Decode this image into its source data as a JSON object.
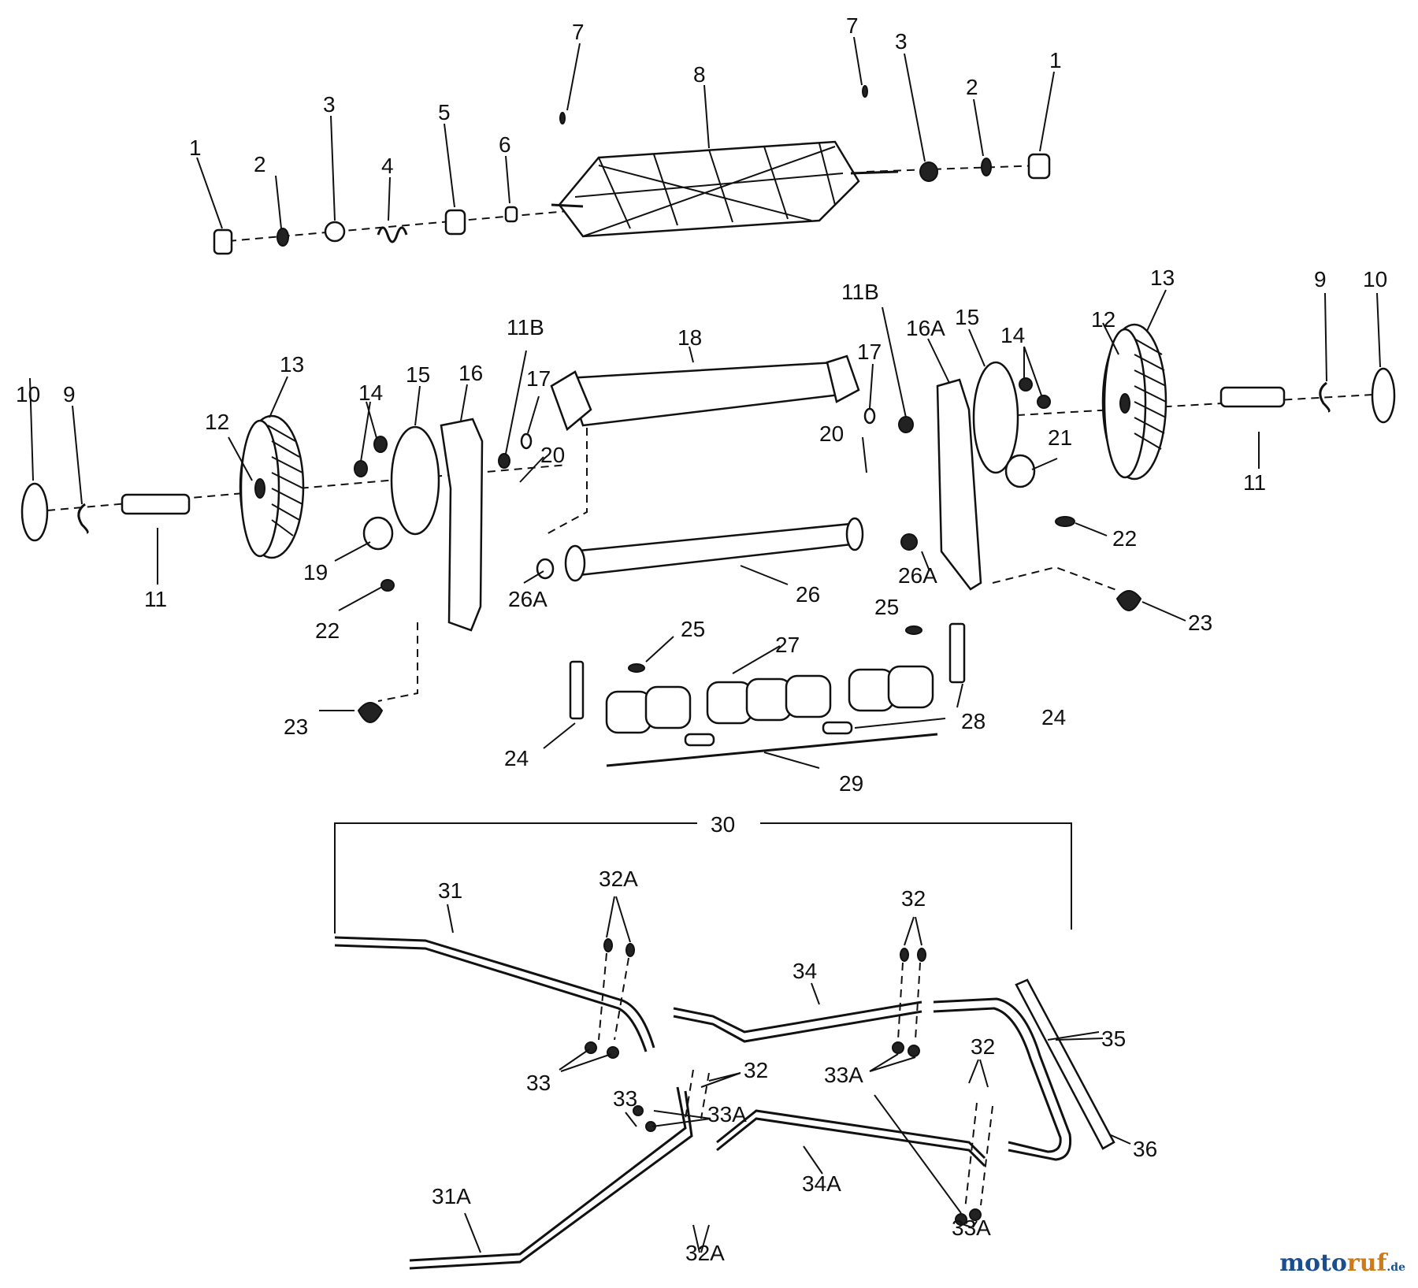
{
  "diagram": {
    "labels": {
      "reel": [
        "1",
        "2",
        "3",
        "4",
        "5",
        "6",
        "7",
        "8",
        "7",
        "3",
        "2",
        "1"
      ],
      "left_wheel": [
        "10",
        "9",
        "11",
        "12",
        "13",
        "14",
        "15",
        "16",
        "11B",
        "17",
        "20",
        "19",
        "22",
        "23",
        "26A"
      ],
      "center": [
        "18",
        "26",
        "25",
        "27",
        "24",
        "25",
        "24",
        "28",
        "29"
      ],
      "right_wheel": [
        "11B",
        "17",
        "16A",
        "15",
        "14",
        "12",
        "13",
        "9",
        "10",
        "11",
        "20",
        "21",
        "22",
        "26A",
        "23"
      ],
      "handle": [
        "30",
        "31",
        "32A",
        "34",
        "32",
        "35",
        "33",
        "32",
        "33A",
        "32",
        "36",
        "33",
        "33A",
        "31A",
        "32A",
        "34A",
        "33A"
      ]
    }
  },
  "watermark": {
    "part1": "moto",
    "part2": "ruf",
    "part3": ".de"
  }
}
